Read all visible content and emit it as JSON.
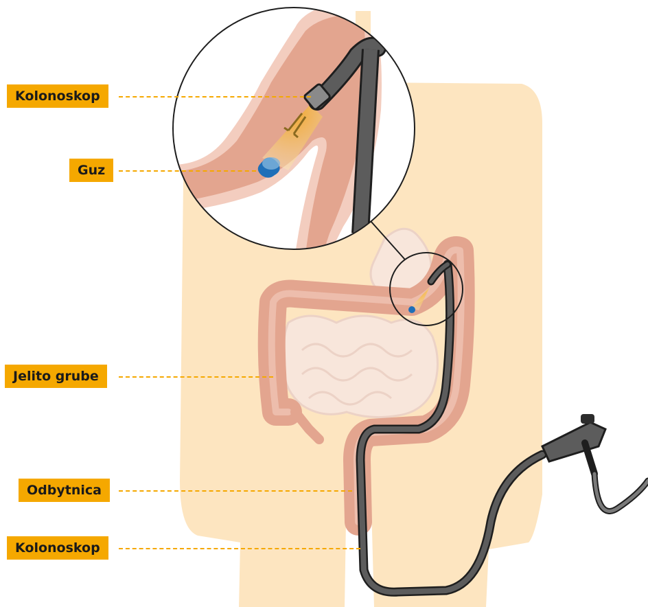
{
  "labels": {
    "colonoscope_top": "Kolonoskop",
    "tumor": "Guz",
    "large_intestine": "Jelito grube",
    "rectum": "Odbytnica",
    "colonoscope_bottom": "Kolonoskop"
  },
  "colors": {
    "label_background": "#f5a800",
    "body_skin": "#fde5c0",
    "colon": "#e3a58f",
    "colon_light": "#f3cdbf",
    "small_intestine": "#f8e6db",
    "scope_body": "#5c5c5c",
    "scope_outline": "#1e1e1e",
    "tumor": "#1f6fb8",
    "light_cone": "#f5b93a"
  }
}
